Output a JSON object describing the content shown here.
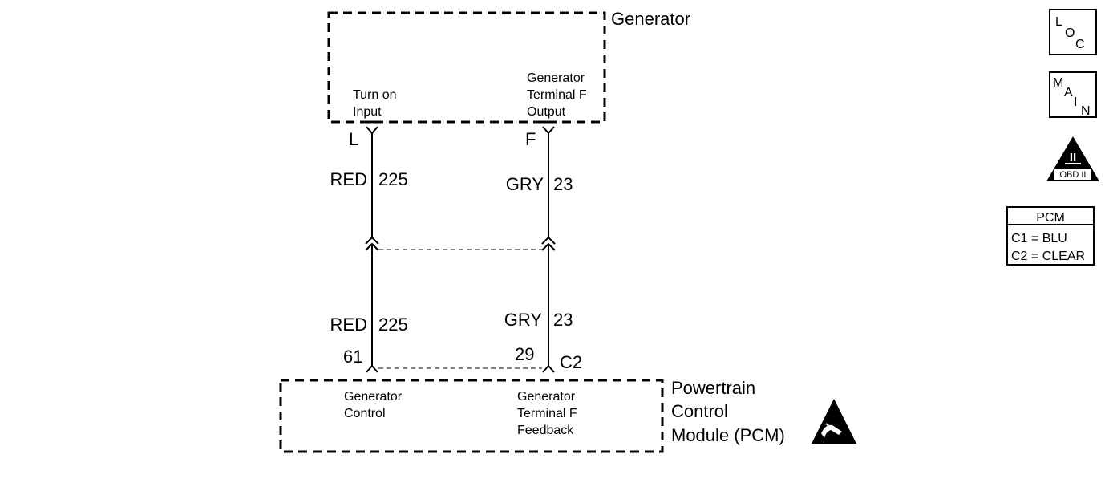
{
  "generator": {
    "title": "Generator",
    "terminal_l_label": [
      "Turn on",
      "Input"
    ],
    "terminal_f_label": [
      "Generator",
      "Terminal F",
      "Output"
    ],
    "pin_l": "L",
    "pin_f": "F"
  },
  "wires": {
    "left_upper": {
      "color": "RED",
      "circuit": "225"
    },
    "right_upper": {
      "color": "GRY",
      "circuit": "23"
    },
    "left_lower": {
      "color": "RED",
      "circuit": "225"
    },
    "right_lower": {
      "color": "GRY",
      "circuit": "23"
    }
  },
  "pcm": {
    "title": [
      "Powertrain",
      "Control",
      "Module (PCM)"
    ],
    "left_label": [
      "Generator",
      "Control"
    ],
    "right_label": [
      "Generator",
      "Terminal F",
      "Feedback"
    ],
    "pin_left": "61",
    "pin_right": "29",
    "connector": "C2"
  },
  "legend": {
    "loc_icon": {
      "l": "L",
      "o": "O",
      "c": "C"
    },
    "main_icon": {
      "m": "M",
      "a": "A",
      "i": "I",
      "n": "N"
    },
    "obd_icon": {
      "top": "II",
      "bottom": "OBD II"
    },
    "pcm_table": {
      "header": "PCM",
      "rows": [
        "C1 = BLU",
        "C2 = CLEAR"
      ]
    }
  }
}
